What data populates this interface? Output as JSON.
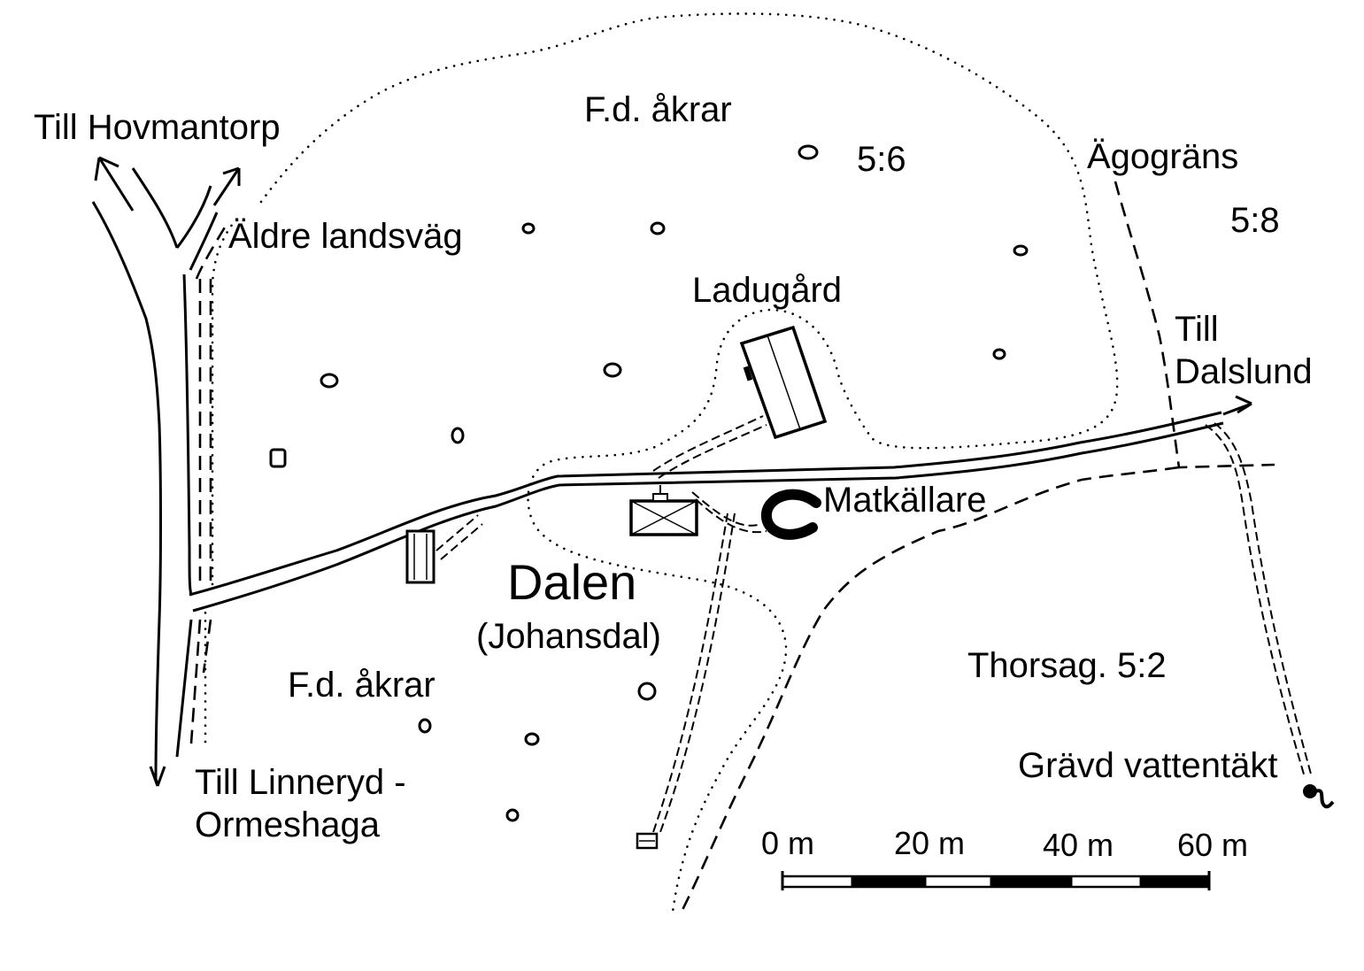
{
  "labels": {
    "till_hovmantorp": "Till Hovmantorp",
    "fd_akrar_north": "F.d. åkrar",
    "parcel_5_6": "5:6",
    "agograns": "Ägogräns",
    "parcel_5_8": "5:8",
    "aldre_landsvag": "Äldre landsväg",
    "ladugard": "Ladugård",
    "till_dalslund_line1": "Till",
    "till_dalslund_line2": "Dalslund",
    "matkallare": "Matkällare",
    "dalen": "Dalen",
    "johansdal": "(Johansdal)",
    "fd_akrar_south": "F.d. åkrar",
    "thorsag": "Thorsag. 5:2",
    "till_linneryd_line1": "Till Linneryd -",
    "till_linneryd_line2": "Ormeshaga",
    "gravd_vattentakt": "Grävd vattentäkt"
  },
  "scale_bar": {
    "tick_labels": [
      "0 m",
      "20 m",
      "40 m",
      "60 m"
    ]
  },
  "colors": {
    "ink": "#000000",
    "paper": "#ffffff"
  }
}
